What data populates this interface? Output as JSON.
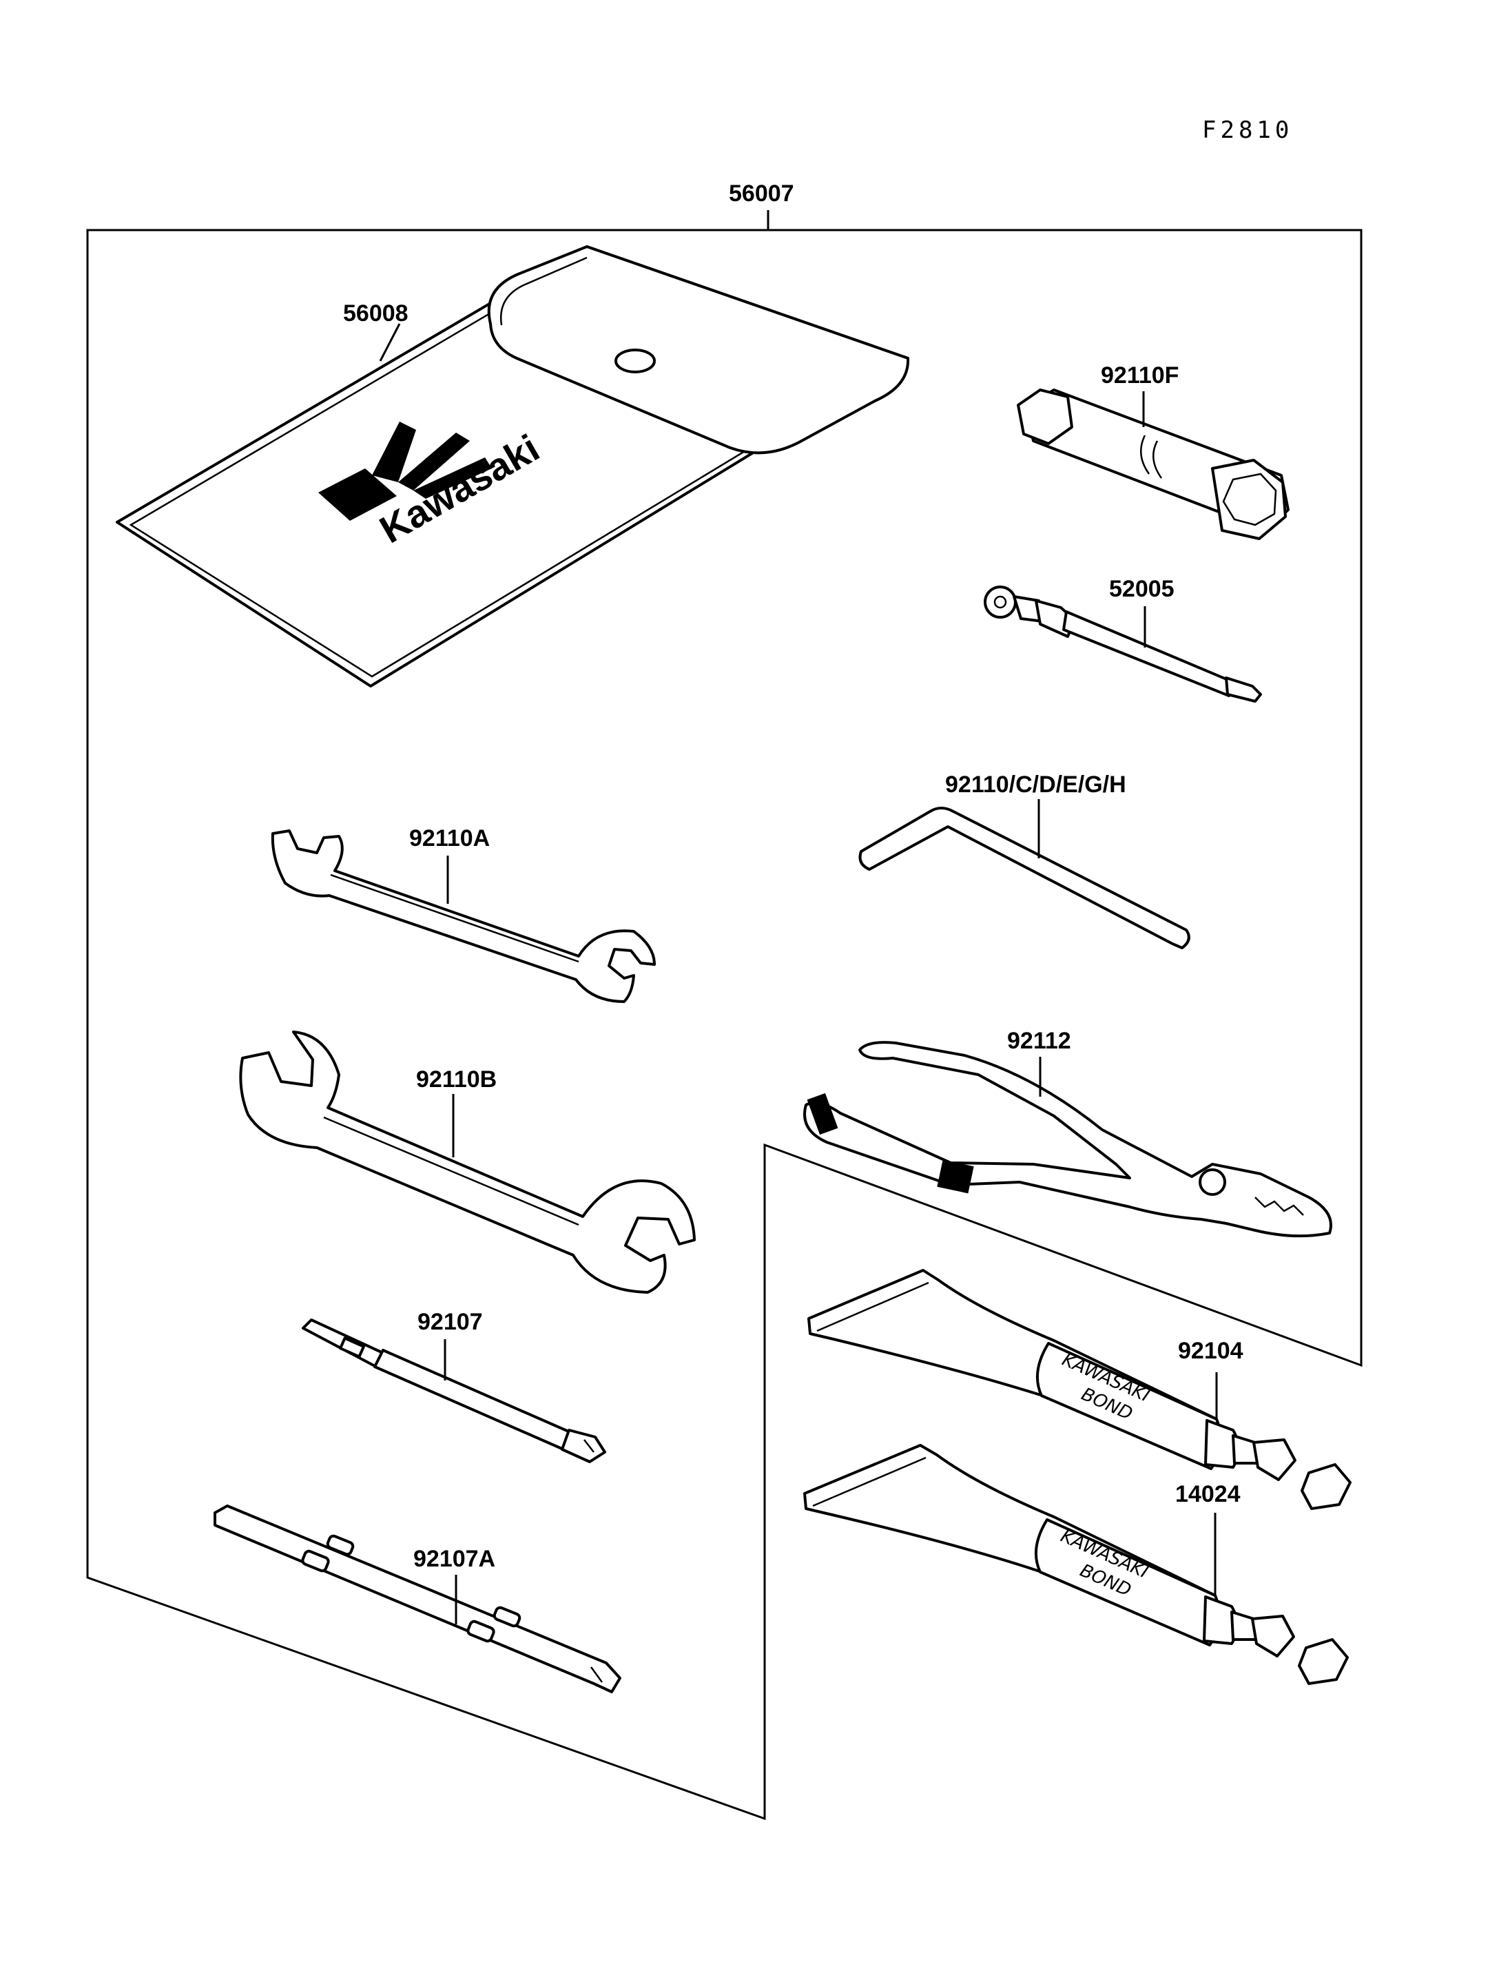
{
  "figure_code": "F2810",
  "parts": {
    "tool_kit": "56007",
    "tool_bag": "56008",
    "plug_wrench": "92110F",
    "handle": "52005",
    "hex_wrenches": "92110/C/D/E/G/H",
    "wrench_small": "92110A",
    "wrench_large": "92110B",
    "pliers": "92112",
    "screwdriver": "92107",
    "screwdriver_grip": "92107A",
    "bond_upper": "92104",
    "bond_lower": "14024"
  },
  "bag_brand": "Kawasaki",
  "tube_text_line1": "KAWASAKI",
  "tube_text_line2": "BOND"
}
